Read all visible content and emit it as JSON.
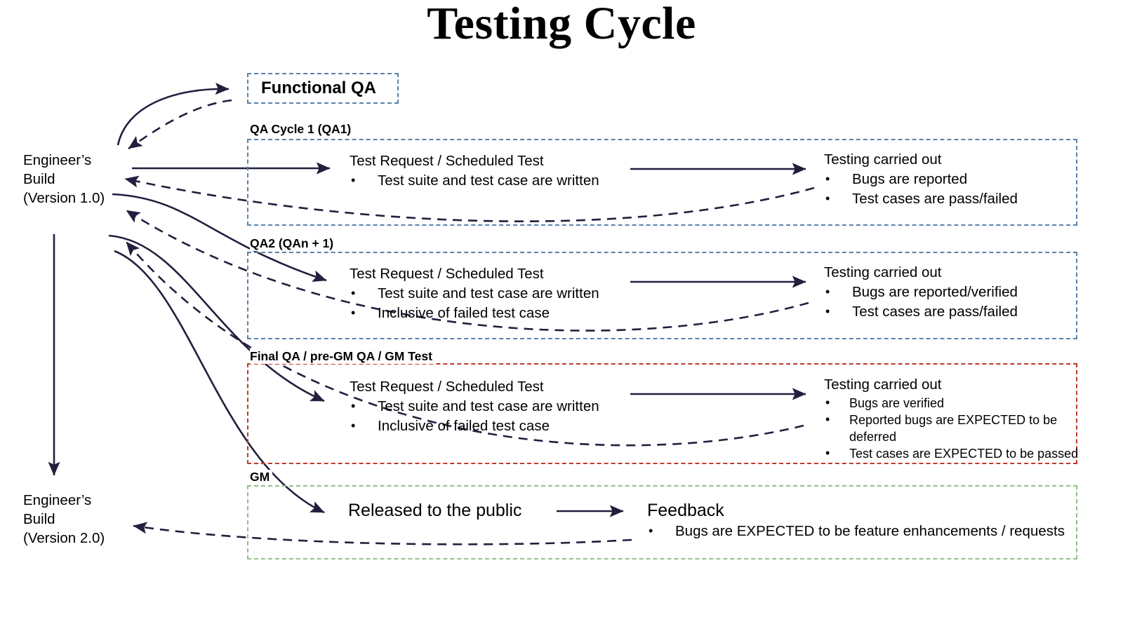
{
  "title": "Testing Cycle",
  "colors": {
    "stroke": "#201f3d",
    "panel_blue": "#5b82a8",
    "panel_red": "#c0392b",
    "panel_green": "#93bf8a",
    "text": "#000000",
    "background": "#ffffff"
  },
  "left_column": {
    "build_v1": "Engineer’s\nBuild\n(Version 1.0)",
    "build_v2": "Engineer’s\nBuild\n(Version 2.0)"
  },
  "functional_qa": {
    "label": "Functional QA"
  },
  "sections": [
    {
      "id": "qa1",
      "caption": "QA Cycle 1 (QA1)",
      "border_color": "#5b82a8",
      "left": {
        "head": "Test Request / Scheduled Test",
        "bullets": [
          "Test suite and test case are written"
        ]
      },
      "right": {
        "head": "Testing carried out",
        "bullets": [
          "Bugs are reported",
          "Test cases are pass/failed"
        ]
      }
    },
    {
      "id": "qa2",
      "caption": "QA2 (QAn + 1)",
      "border_color": "#5b82a8",
      "left": {
        "head": "Test Request / Scheduled Test",
        "bullets": [
          "Test suite and test case are written",
          "Inclusive of failed test case"
        ]
      },
      "right": {
        "head": "Testing carried out",
        "bullets": [
          "Bugs are reported/verified",
          "Test cases are pass/failed"
        ]
      }
    },
    {
      "id": "final-qa",
      "caption": "Final QA / pre-GM QA / GM Test",
      "border_color": "#c0392b",
      "left": {
        "head": "Test Request / Scheduled Test",
        "bullets": [
          "Test suite and test case are written",
          "Inclusive of failed test case"
        ]
      },
      "right": {
        "head": "Testing carried out",
        "bullets": [
          "Bugs are verified",
          "Reported bugs are EXPECTED to be deferred",
          "Test cases are EXPECTED to be passed"
        ]
      }
    },
    {
      "id": "gm",
      "caption": "GM",
      "border_color": "#93bf8a",
      "left": {
        "head": "Released to the public",
        "bullets": []
      },
      "right": {
        "head": "Feedback",
        "bullets": [
          "Bugs are EXPECTED to be feature enhancements / requests"
        ]
      }
    }
  ]
}
